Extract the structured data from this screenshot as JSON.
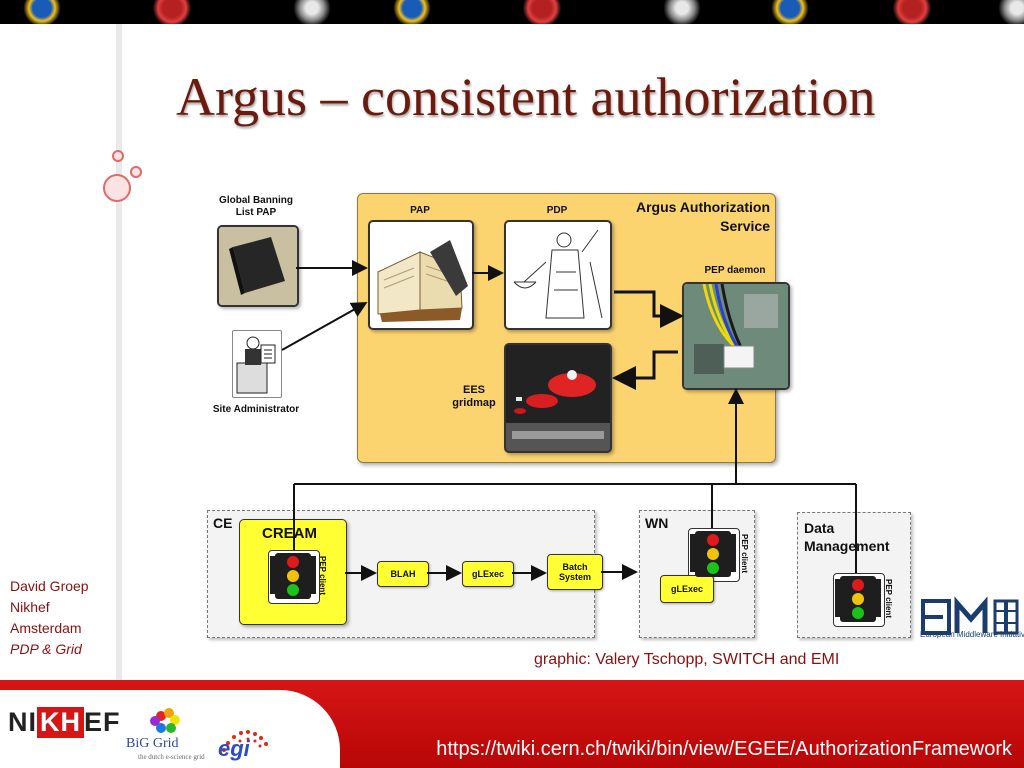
{
  "slide": {
    "title": "Argus – consistent authorization",
    "author": {
      "name": "David Groep",
      "org": "Nikhef",
      "city": "Amsterdam",
      "group": "PDP & Grid"
    },
    "credit": "graphic: Valery Tschopp, SWITCH and EMI",
    "url": "https://twiki.cern.ch/twiki/bin/view/EGEE/AuthorizationFramework"
  },
  "logos": {
    "nikhef": {
      "left": "NI",
      "mid": "KH",
      "right": "EF"
    },
    "biggrid": {
      "name": "BiG Grid",
      "tagline": "the dutch e-science grid"
    },
    "egi": {
      "name": "egi"
    },
    "emi": {
      "caption": "European Middleware Initiative"
    }
  },
  "diagram": {
    "global_banning": "Global Banning List PAP",
    "site_admin": "Site Administrator",
    "service_title": "Argus Authorization Service",
    "pap": "PAP",
    "pdp": "PDP",
    "pep_daemon": "PEP daemon",
    "ees": "EES gridmap",
    "ce": {
      "label": "CE",
      "cream": "CREAM",
      "pep_client": "PEP client",
      "blah": "BLAH",
      "glexec": "gLExec",
      "batch": "Batch System"
    },
    "wn": {
      "label": "WN",
      "pep_client": "PEP client",
      "glexec": "gLExec"
    },
    "dm": {
      "label": "Data Management",
      "pep_client": "PEP client"
    }
  },
  "colors": {
    "title": "#6b1a0e",
    "service_fill": "#fbd36f",
    "chip_fill": "#ffff33",
    "bar_red": "#d51616"
  }
}
